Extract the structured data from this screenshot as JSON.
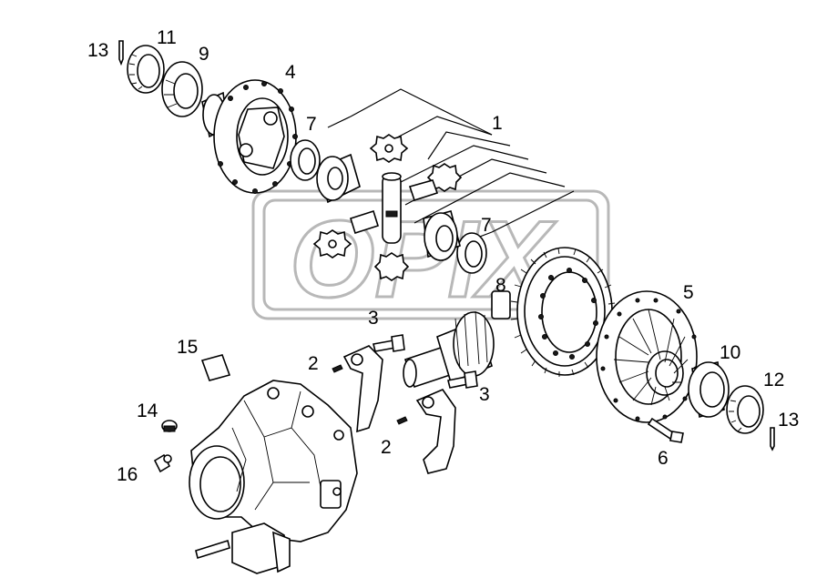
{
  "labels": {
    "l1": "1",
    "l2a": "2",
    "l2b": "2",
    "l3a": "3",
    "l3b": "3",
    "l4": "4",
    "l5": "5",
    "l6": "6",
    "l7a": "7",
    "l7b": "7",
    "l8": "8",
    "l9": "9",
    "l10": "10",
    "l11": "11",
    "l12": "12",
    "l13a": "13",
    "l13b": "13",
    "l14": "14",
    "l15": "15",
    "l16": "16"
  },
  "watermark": "OPIX",
  "colors": {
    "ink": "#000000",
    "watermark": "#b8b8b8",
    "background": "#ffffff"
  }
}
